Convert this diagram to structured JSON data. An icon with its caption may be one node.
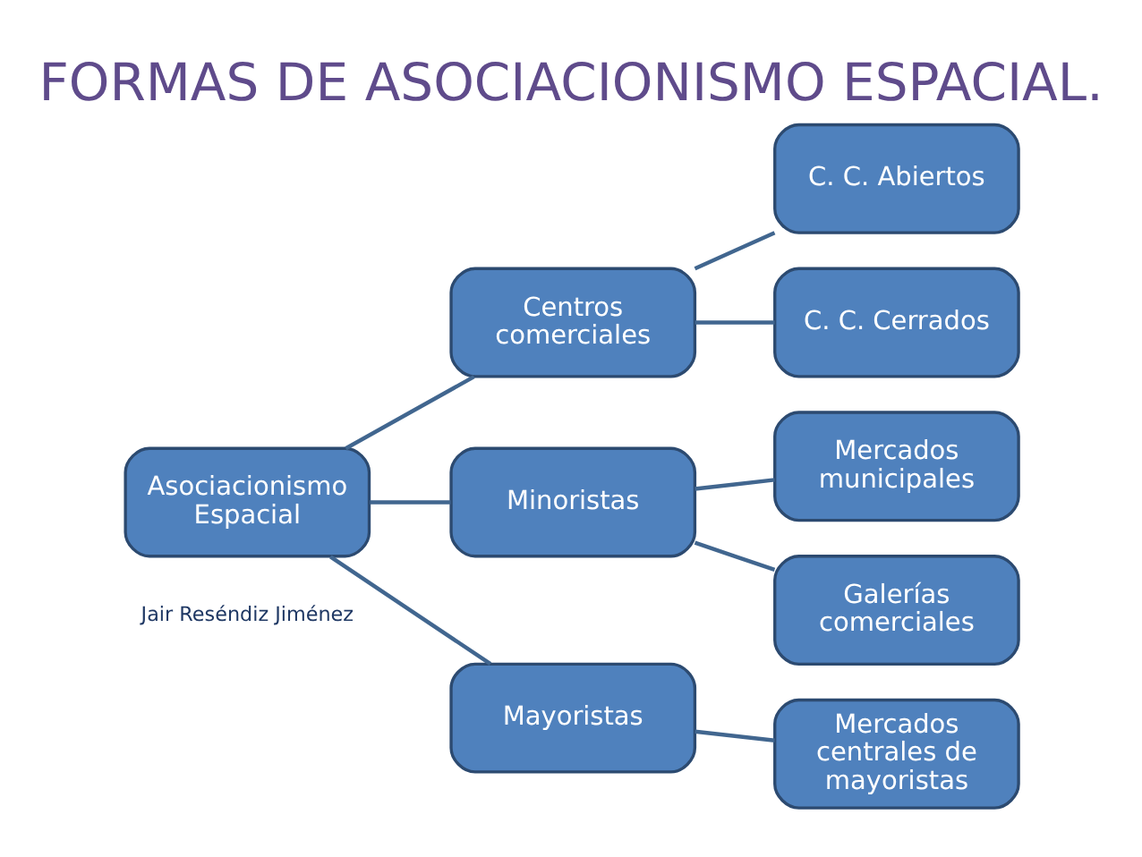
{
  "diagram": {
    "title": "FORMAS DE ASOCIACIONISMO ESPACIAL.",
    "nodes": [
      {
        "text": [
          "Asociacionismo Espacial"
        ]
      },
      {
        "text": [
          "Centros comerciales"
        ]
      },
      {
        "text": [
          "Minoristas"
        ]
      },
      {
        "text": [
          "Mayoristas"
        ]
      },
      {
        "text": [
          "C. C. Abiertos"
        ]
      },
      {
        "text": [
          "C. C. Cerrados"
        ]
      },
      {
        "text": [
          "Mercados municipales"
        ]
      },
      {
        "text": [
          "Galerías comerciales"
        ]
      },
      {
        "text": [
          "Mercados centrales de mayoristas"
        ]
      }
    ],
    "edges": [
      {
        "from": 0,
        "to": 1,
        "arrow": "none"
      },
      {
        "from": 0,
        "to": 2,
        "arrow": "none"
      },
      {
        "from": 0,
        "to": 3,
        "arrow": "none"
      },
      {
        "from": 1,
        "to": 4,
        "arrow": "none"
      },
      {
        "from": 1,
        "to": 5,
        "arrow": "none"
      },
      {
        "from": 2,
        "to": 6,
        "arrow": "none"
      },
      {
        "from": 2,
        "to": 7,
        "arrow": "none"
      },
      {
        "from": 3,
        "to": 8,
        "arrow": "none"
      }
    ],
    "labels": [
      "Jair Reséndiz Jiménez"
    ]
  }
}
